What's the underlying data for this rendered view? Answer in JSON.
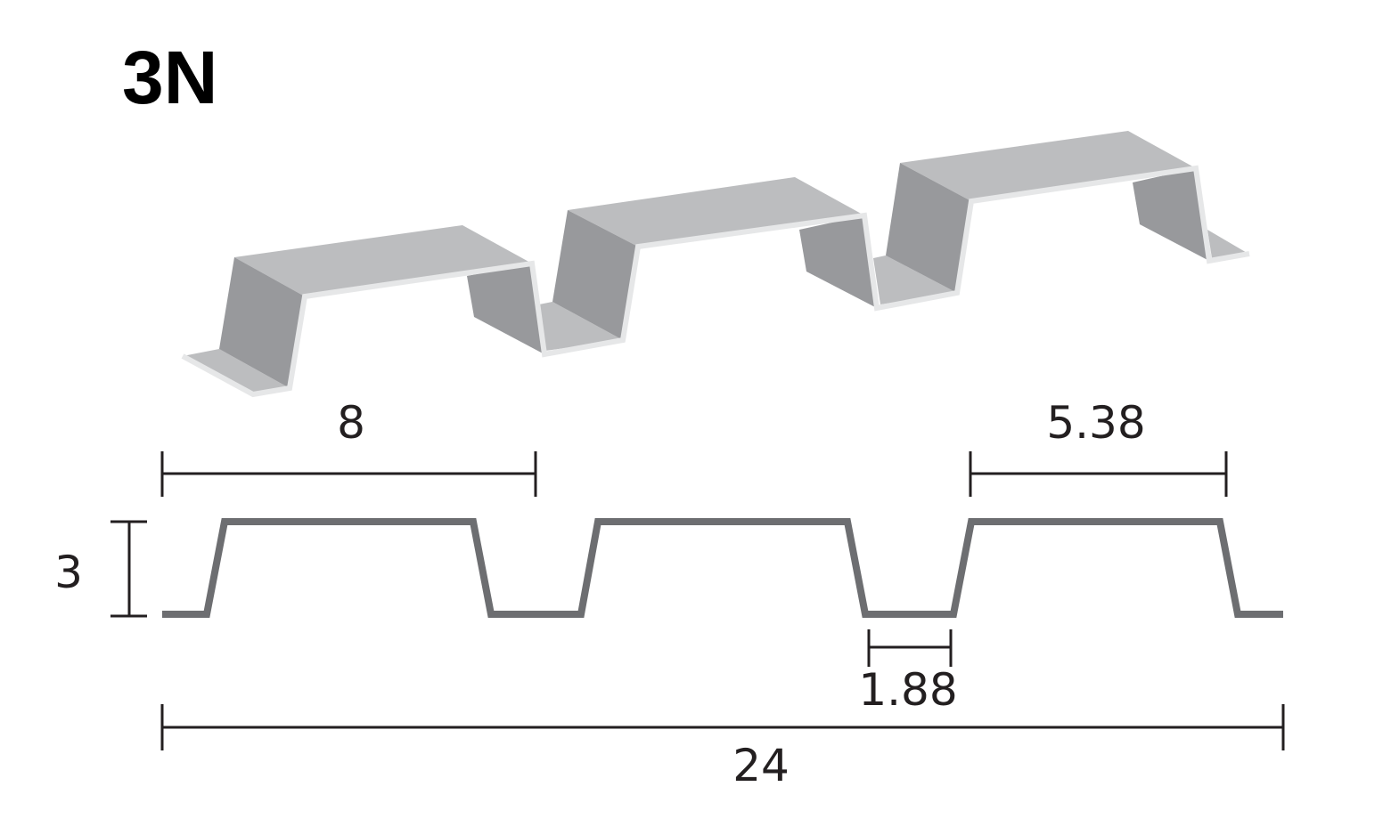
{
  "title": "3N",
  "colors": {
    "profile_line": "#6d6e71",
    "panel_top": "#bcbdbf",
    "panel_side": "#98999c",
    "panel_edge": "#e6e7e8",
    "dimension": "#231f20"
  },
  "dimensions": {
    "rib_pitch": "8",
    "top_flange_width": "5.38",
    "depth": "3",
    "bottom_flange_width": "1.88",
    "overall_width": "24"
  }
}
